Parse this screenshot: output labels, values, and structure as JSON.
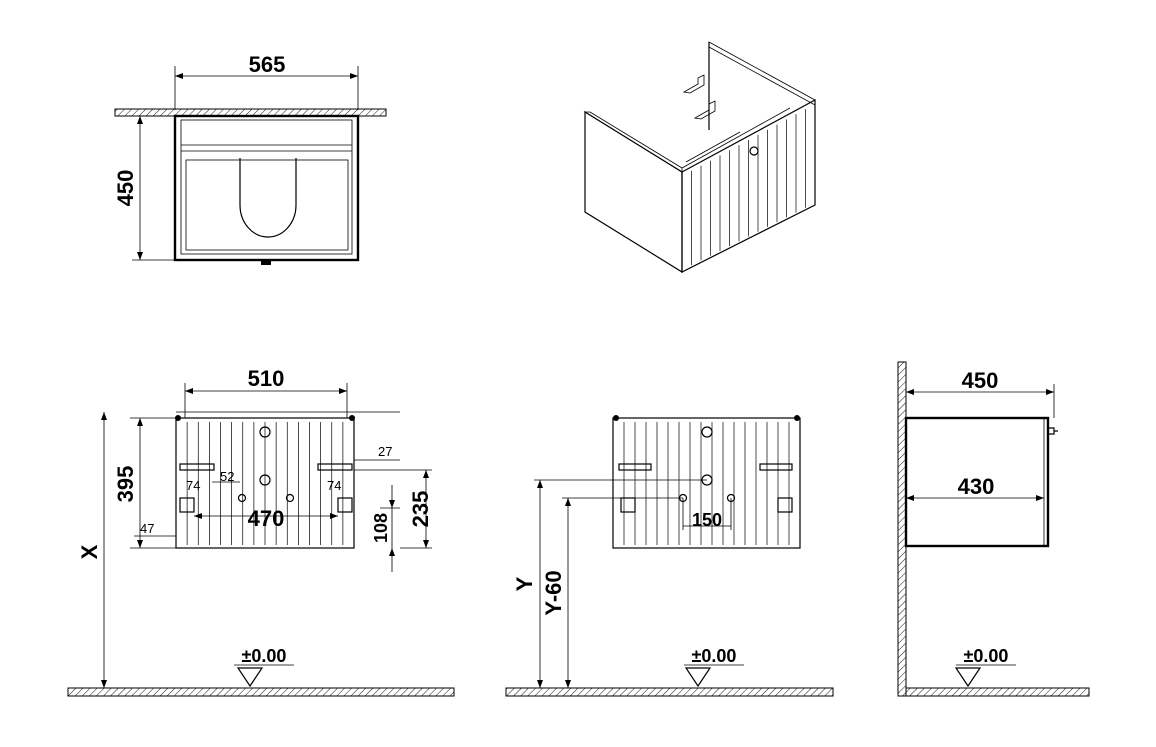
{
  "dimensions": {
    "top_width": "565",
    "top_depth": "450",
    "front_width": "510",
    "front_height": "395",
    "side_offset": "27",
    "hole_gap": "52",
    "left_74": "74",
    "right_74": "74",
    "inner_470": "470",
    "dim_235": "235",
    "dim_108": "108",
    "dim_47": "47",
    "height_x": "X",
    "back_150": "150",
    "height_y": "Y",
    "height_y60": "Y-60",
    "side_depth": "450",
    "side_inner": "430",
    "floor_1": "±0.00",
    "floor_2": "±0.00",
    "floor_3": "±0.00"
  },
  "colors": {
    "line": "#000000",
    "hatch": "#000000",
    "background": "#ffffff"
  }
}
